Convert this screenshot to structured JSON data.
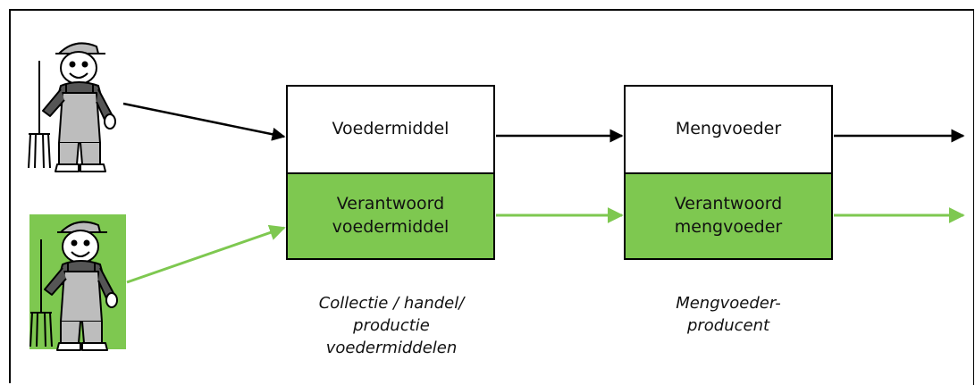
{
  "colors": {
    "green": "#7ec850",
    "black": "#000000",
    "box_white": "#ffffff"
  },
  "icons": {
    "farmer_top": "farmer-with-pitchfork-icon",
    "farmer_bottom": "farmer-with-pitchfork-green-icon"
  },
  "box_1": {
    "top_label": "Voedermiddel",
    "bottom_label": "Verantwoord\nvoedermiddel"
  },
  "box_2": {
    "top_label": "Mengvoeder",
    "bottom_label": "Verantwoord\nmengvoeder"
  },
  "captions": {
    "stage_1": "Collectie / handel/\nproductie\nvoedermiddelen",
    "stage_2": "Mengvoeder-\nproducent"
  }
}
